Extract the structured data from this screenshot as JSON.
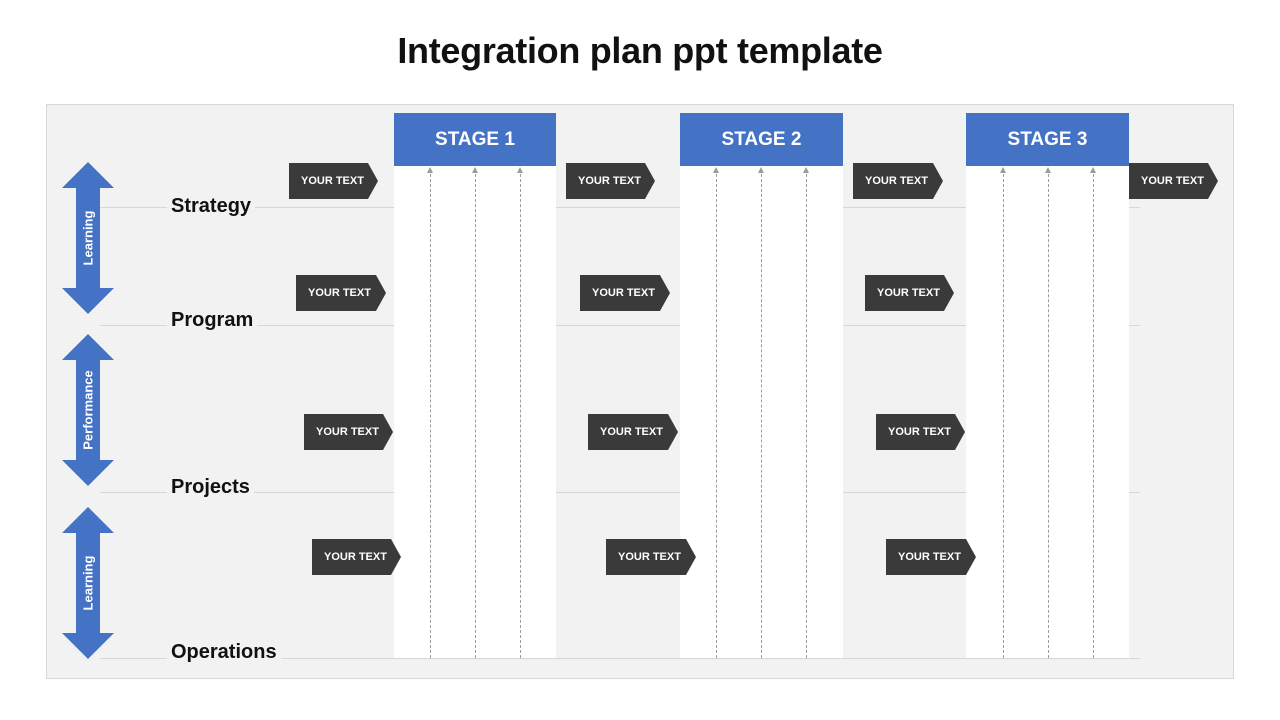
{
  "title": "Integration plan ppt template",
  "colors": {
    "accent": "#4472c4",
    "tag": "#3a3a3a",
    "panel": "#f2f2f2"
  },
  "stages": [
    "STAGE 1",
    "STAGE 2",
    "STAGE 3"
  ],
  "rows": [
    "Strategy",
    "Program",
    "Projects",
    "Operations"
  ],
  "side_arrows": [
    "Learning",
    "Performance",
    "Learning"
  ],
  "tag_text": "YOUR TEXT",
  "tags": {
    "row1": [
      "YOUR TEXT",
      "YOUR TEXT",
      "YOUR TEXT",
      "YOUR TEXT"
    ],
    "row2": [
      "YOUR TEXT",
      "YOUR TEXT",
      "YOUR TEXT"
    ],
    "row3": [
      "YOUR TEXT",
      "YOUR TEXT",
      "YOUR TEXT"
    ],
    "row4": [
      "YOUR TEXT",
      "YOUR TEXT",
      "YOUR TEXT"
    ]
  }
}
